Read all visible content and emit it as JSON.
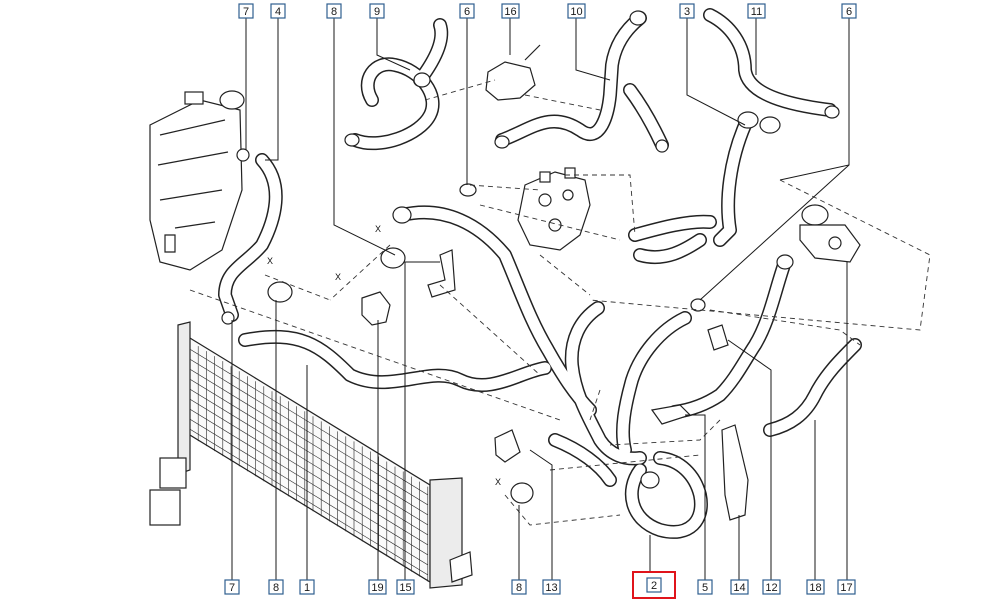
{
  "diagram": {
    "colors": {
      "line": "#222222",
      "callout_border": "#2f5f8f",
      "callout_fill": "#ffffff",
      "highlight_border": "#e0141b"
    },
    "highlighted_callout": "2",
    "x_marks": [
      "X",
      "X",
      "X",
      "X"
    ],
    "callouts": [
      {
        "id": "top-7",
        "label": "7"
      },
      {
        "id": "top-4",
        "label": "4"
      },
      {
        "id": "top-8",
        "label": "8"
      },
      {
        "id": "top-9",
        "label": "9"
      },
      {
        "id": "top-6a",
        "label": "6"
      },
      {
        "id": "top-16",
        "label": "16"
      },
      {
        "id": "top-10",
        "label": "10"
      },
      {
        "id": "top-3",
        "label": "3"
      },
      {
        "id": "top-11",
        "label": "11"
      },
      {
        "id": "top-6b",
        "label": "6"
      },
      {
        "id": "bot-7",
        "label": "7"
      },
      {
        "id": "bot-8a",
        "label": "8"
      },
      {
        "id": "bot-1",
        "label": "1"
      },
      {
        "id": "bot-19",
        "label": "19"
      },
      {
        "id": "bot-15",
        "label": "15"
      },
      {
        "id": "bot-8b",
        "label": "8"
      },
      {
        "id": "bot-13",
        "label": "13"
      },
      {
        "id": "bot-2",
        "label": "2"
      },
      {
        "id": "bot-5",
        "label": "5"
      },
      {
        "id": "bot-14",
        "label": "14"
      },
      {
        "id": "bot-12",
        "label": "12"
      },
      {
        "id": "bot-18",
        "label": "18"
      },
      {
        "id": "bot-17",
        "label": "17"
      }
    ]
  }
}
